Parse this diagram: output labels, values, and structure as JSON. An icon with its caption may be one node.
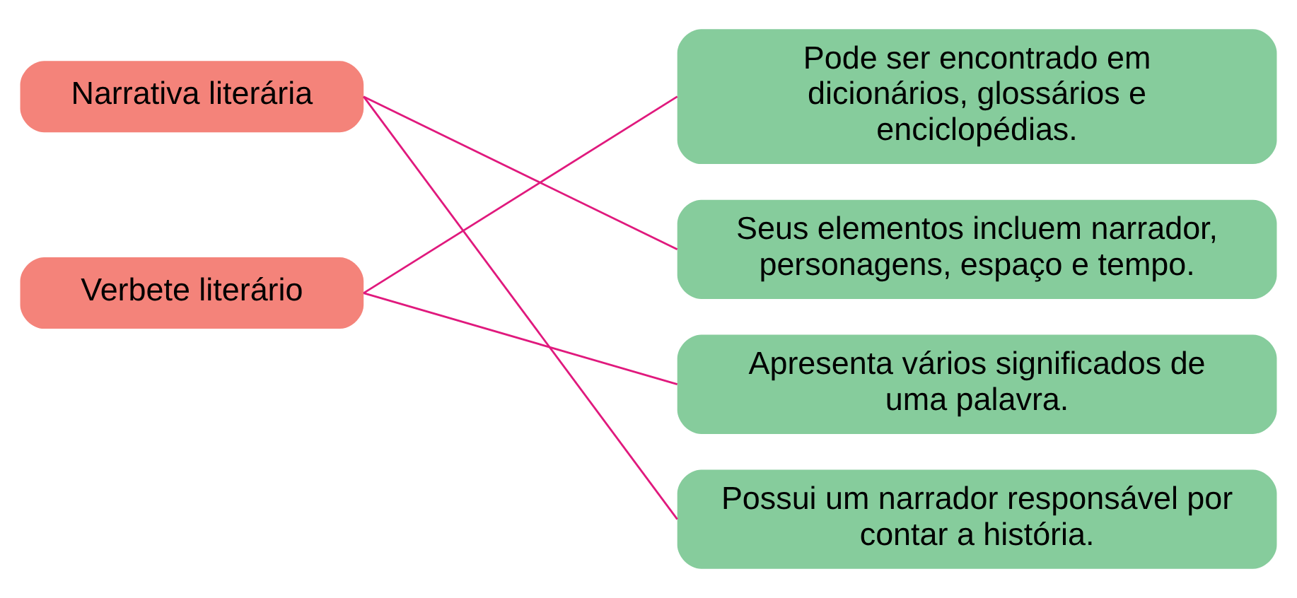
{
  "diagram": {
    "nodes": [
      {
        "text": [
          "Narrativa literária"
        ]
      },
      {
        "text": [
          "Verbete literário"
        ]
      },
      {
        "text": [
          "Pode ser encontrado em dicionários, glossários e enciclopédias."
        ]
      },
      {
        "text": [
          "Seus elementos incluem narrador, personagens, espaço e tempo."
        ]
      },
      {
        "text": [
          "Apresenta vários significados de uma palavra."
        ]
      },
      {
        "text": [
          "Possui um narrador responsável por contar a história."
        ]
      }
    ],
    "edges": [
      {
        "from": 0,
        "to": 3,
        "arrow": "none"
      },
      {
        "from": 0,
        "to": 5,
        "arrow": "none"
      },
      {
        "from": 1,
        "to": 2,
        "arrow": "none"
      },
      {
        "from": 1,
        "to": 4,
        "arrow": "none"
      }
    ]
  }
}
